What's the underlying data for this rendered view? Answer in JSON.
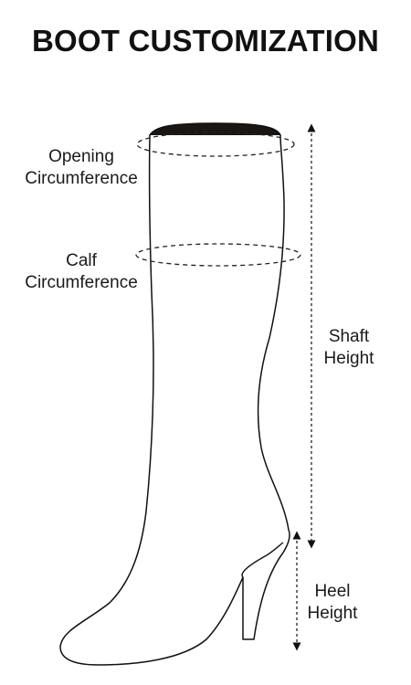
{
  "title": "BOOT CUSTOMIZATION",
  "labels": {
    "opening": [
      "Opening",
      "Circumference"
    ],
    "calf": [
      "Calf",
      "Circumference"
    ],
    "shaft": [
      "Shaft",
      "Height"
    ],
    "heel": [
      "Heel",
      "Height"
    ]
  }
}
